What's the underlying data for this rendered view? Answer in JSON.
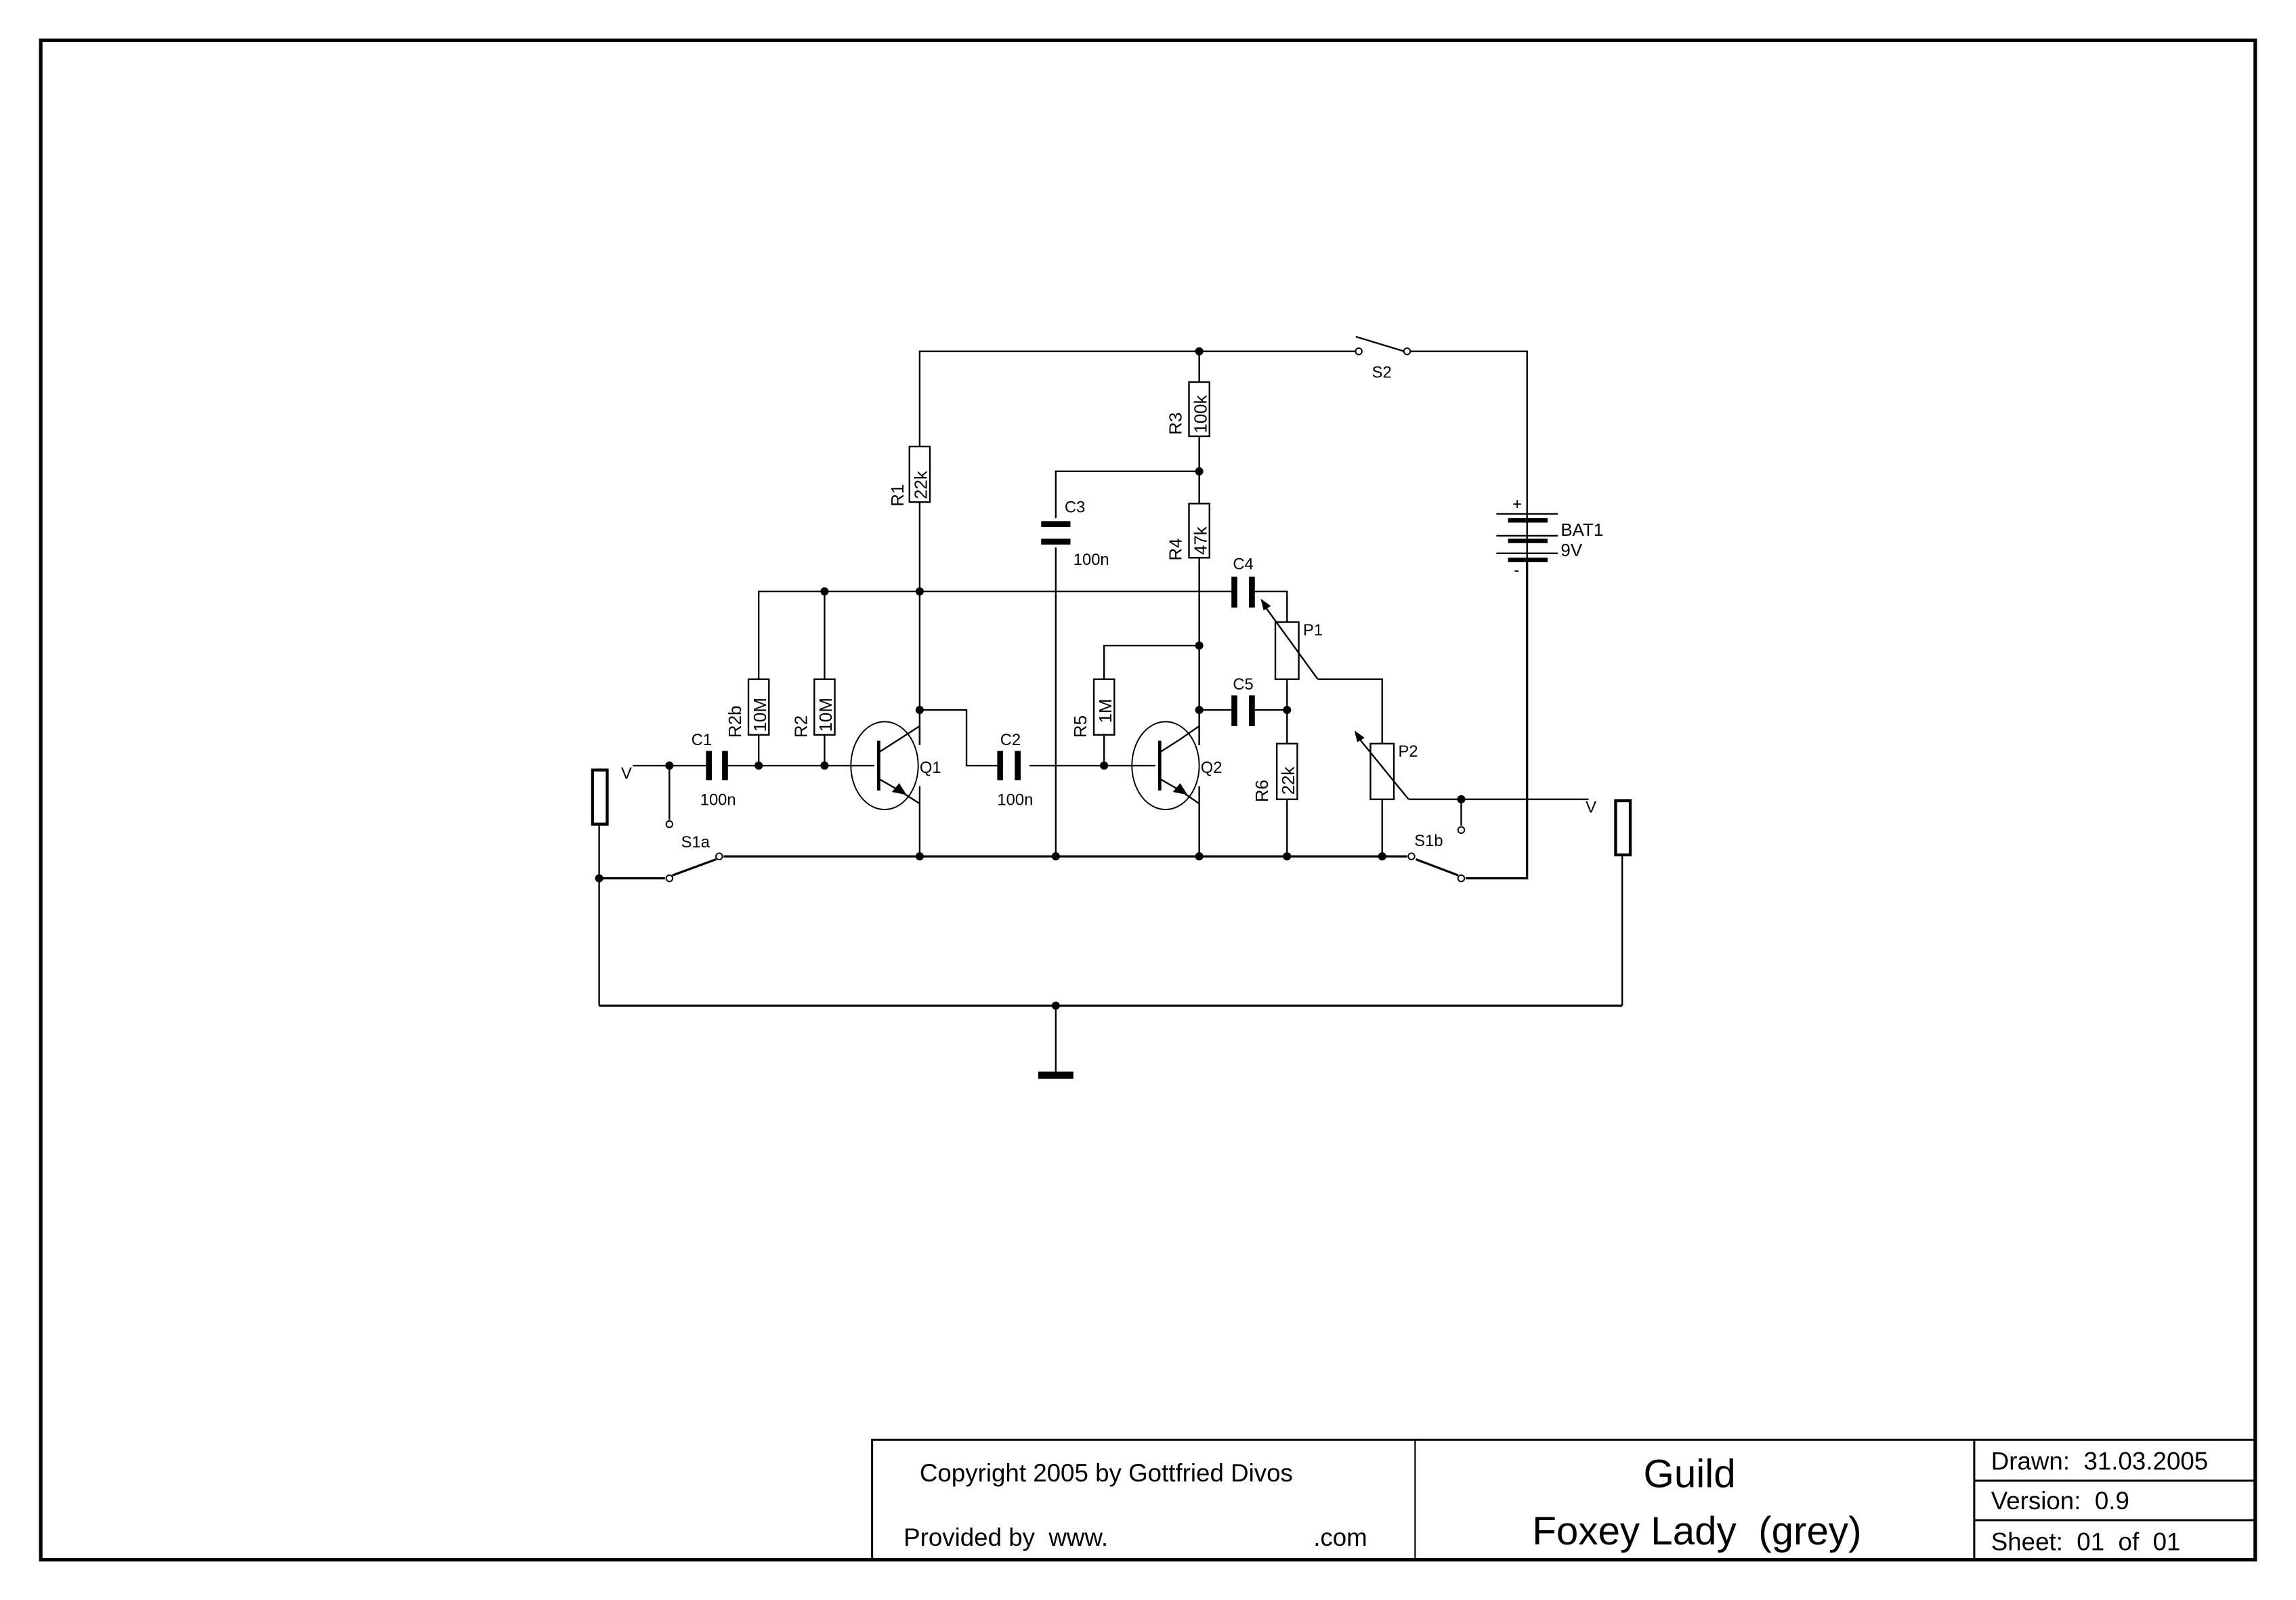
{
  "schematic": {
    "components": {
      "R1": {
        "ref": "R1",
        "value": "22k"
      },
      "R2": {
        "ref": "R2",
        "value": "10M"
      },
      "R2b": {
        "ref": "R2b",
        "value": "10M"
      },
      "R3": {
        "ref": "R3",
        "value": "100k"
      },
      "R4": {
        "ref": "R4",
        "value": "47k"
      },
      "R5": {
        "ref": "R5",
        "value": "1M"
      },
      "R6": {
        "ref": "R6",
        "value": "22k"
      },
      "C1": {
        "ref": "C1",
        "value": "100n"
      },
      "C2": {
        "ref": "C2",
        "value": "100n"
      },
      "C3": {
        "ref": "C3",
        "value": "100n"
      },
      "C4": {
        "ref": "C4"
      },
      "C5": {
        "ref": "C5"
      },
      "Q1": {
        "ref": "Q1"
      },
      "Q2": {
        "ref": "Q2"
      },
      "P1": {
        "ref": "P1"
      },
      "P2": {
        "ref": "P2"
      },
      "S1a": {
        "ref": "S1a"
      },
      "S1b": {
        "ref": "S1b"
      },
      "S2": {
        "ref": "S2"
      },
      "BAT1": {
        "ref": "BAT1",
        "value": "9V",
        "plus": "+",
        "minus": "-"
      },
      "jack_in_mark": "V",
      "jack_out_mark": "V"
    }
  },
  "title_block": {
    "copyright": "Copyright 2005 by Gottfried Divos",
    "provided_by_prefix": "Provided by  www.",
    "provided_by_suffix": ".com",
    "title_line1": "Guild",
    "title_line2": "Foxey Lady  (grey)",
    "drawn": "Drawn:  31.03.2005",
    "version": "Version:  0.9",
    "sheet": "Sheet:  01  of  01"
  }
}
